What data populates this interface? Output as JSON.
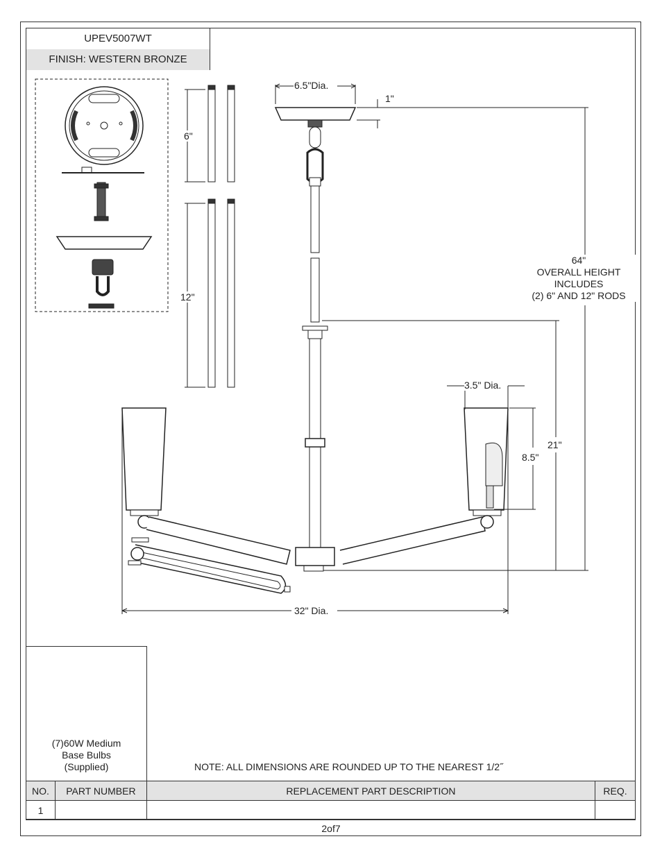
{
  "header": {
    "model": "UPEV5007WT",
    "finish": "FINISH: WESTERN BRONZE"
  },
  "dimensions": {
    "canopy_dia": "6.5\"Dia.",
    "canopy_height": "1\"",
    "rod_short": "6\"",
    "rod_long": "12\"",
    "overall_height": "64\"",
    "overall_line1": "OVERALL HEIGHT",
    "overall_line2": "INCLUDES",
    "overall_line3": "(2) 6\" AND 12\" RODS",
    "shade_dia": "3.5\" Dia.",
    "shade_height": "8.5\"",
    "body_height": "21\"",
    "fixture_dia": "32\" Dia."
  },
  "bulb": {
    "line1": "(7)60W Medium",
    "line2": "Base Bulbs",
    "line3": "(Supplied)"
  },
  "note": "NOTE:  ALL DIMENSIONS ARE ROUNDED UP TO THE NEAREST  1/2˝",
  "parts_table": {
    "headers": [
      "NO.",
      "PART NUMBER",
      "REPLACEMENT PART DESCRIPTION",
      "REQ."
    ],
    "rows": [
      {
        "no": "1",
        "part_number": "",
        "description": "",
        "req": ""
      }
    ]
  },
  "page": "2of7"
}
